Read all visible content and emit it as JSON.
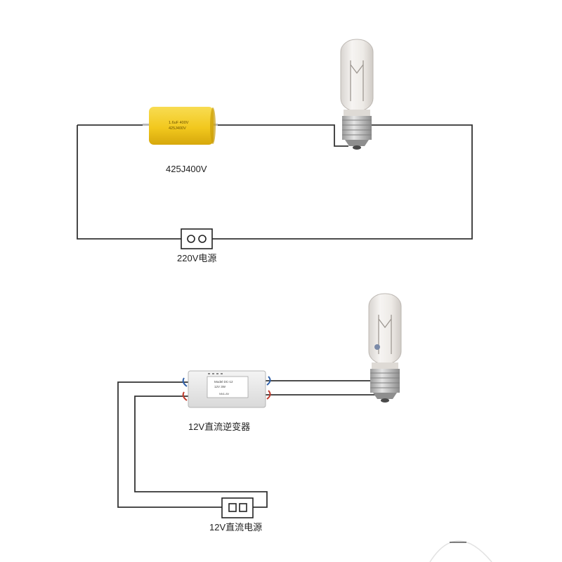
{
  "circuit_220v": {
    "capacitor_label": "425J400V",
    "capacitor_print": [
      "1.6uF 400V",
      "425J400V"
    ],
    "capacitor_color": "#F2C81E",
    "power_label": "220V电源"
  },
  "circuit_12v": {
    "inverter_label": "12V直流逆变器",
    "inverter_print": [
      "Model DC-12",
      "12V 3W",
      "NN1-8V"
    ],
    "power_label": "12V直流电源"
  },
  "lamp": {
    "glass_color": "#EDEAE6",
    "base_color": "#C9C9C9"
  },
  "wire_color": "#333333"
}
